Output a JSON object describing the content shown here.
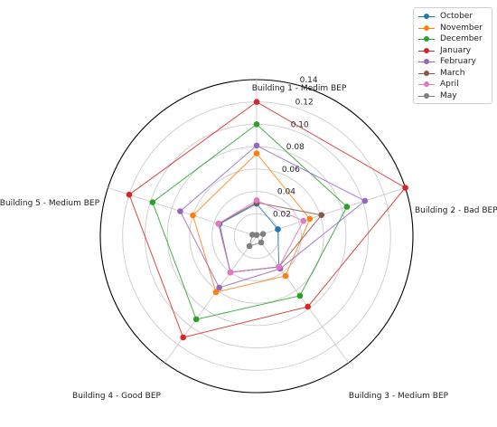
{
  "chart_data": {
    "type": "radar",
    "categories": [
      "Building 1 - Medim BEP",
      "Building 2 - Bad BEP",
      "Building 3 - Medium BEP",
      "Building 4 - Good BEP",
      "Building 5 - Medium BEP"
    ],
    "rlim": [
      0,
      0.14
    ],
    "rticks": [
      0.02,
      0.04,
      0.06,
      0.08,
      0.1,
      0.12,
      0.14
    ],
    "rtick_labels": [
      "0.02",
      "0.04",
      "0.06",
      "0.08",
      "0.10",
      "0.12",
      "0.14"
    ],
    "grid": true,
    "legend_position": "top-right",
    "series": [
      {
        "name": "October",
        "color": "#1f77b4",
        "values": [
          0.029,
          0.02,
          0.034,
          0.04,
          0.035
        ]
      },
      {
        "name": "November",
        "color": "#ff7f0e",
        "values": [
          0.074,
          0.05,
          0.044,
          0.062,
          0.06
        ]
      },
      {
        "name": "December",
        "color": "#2ca02c",
        "values": [
          0.1,
          0.085,
          0.066,
          0.092,
          0.098
        ]
      },
      {
        "name": "January",
        "color": "#d62728",
        "values": [
          0.12,
          0.14,
          0.078,
          0.112,
          0.12
        ]
      },
      {
        "name": "February",
        "color": "#9467bd",
        "values": [
          0.081,
          0.102,
          0.036,
          0.057,
          0.072
        ]
      },
      {
        "name": "March",
        "color": "#8c564b",
        "values": [
          0.03,
          0.061,
          0.034,
          0.04,
          0.036
        ]
      },
      {
        "name": "April",
        "color": "#e377c2",
        "values": [
          0.032,
          0.044,
          0.034,
          0.04,
          0.036
        ]
      },
      {
        "name": "May",
        "color": "#7f7f7f",
        "values": [
          0.001,
          0.006,
          0.007,
          0.011,
          0.004
        ]
      }
    ]
  }
}
